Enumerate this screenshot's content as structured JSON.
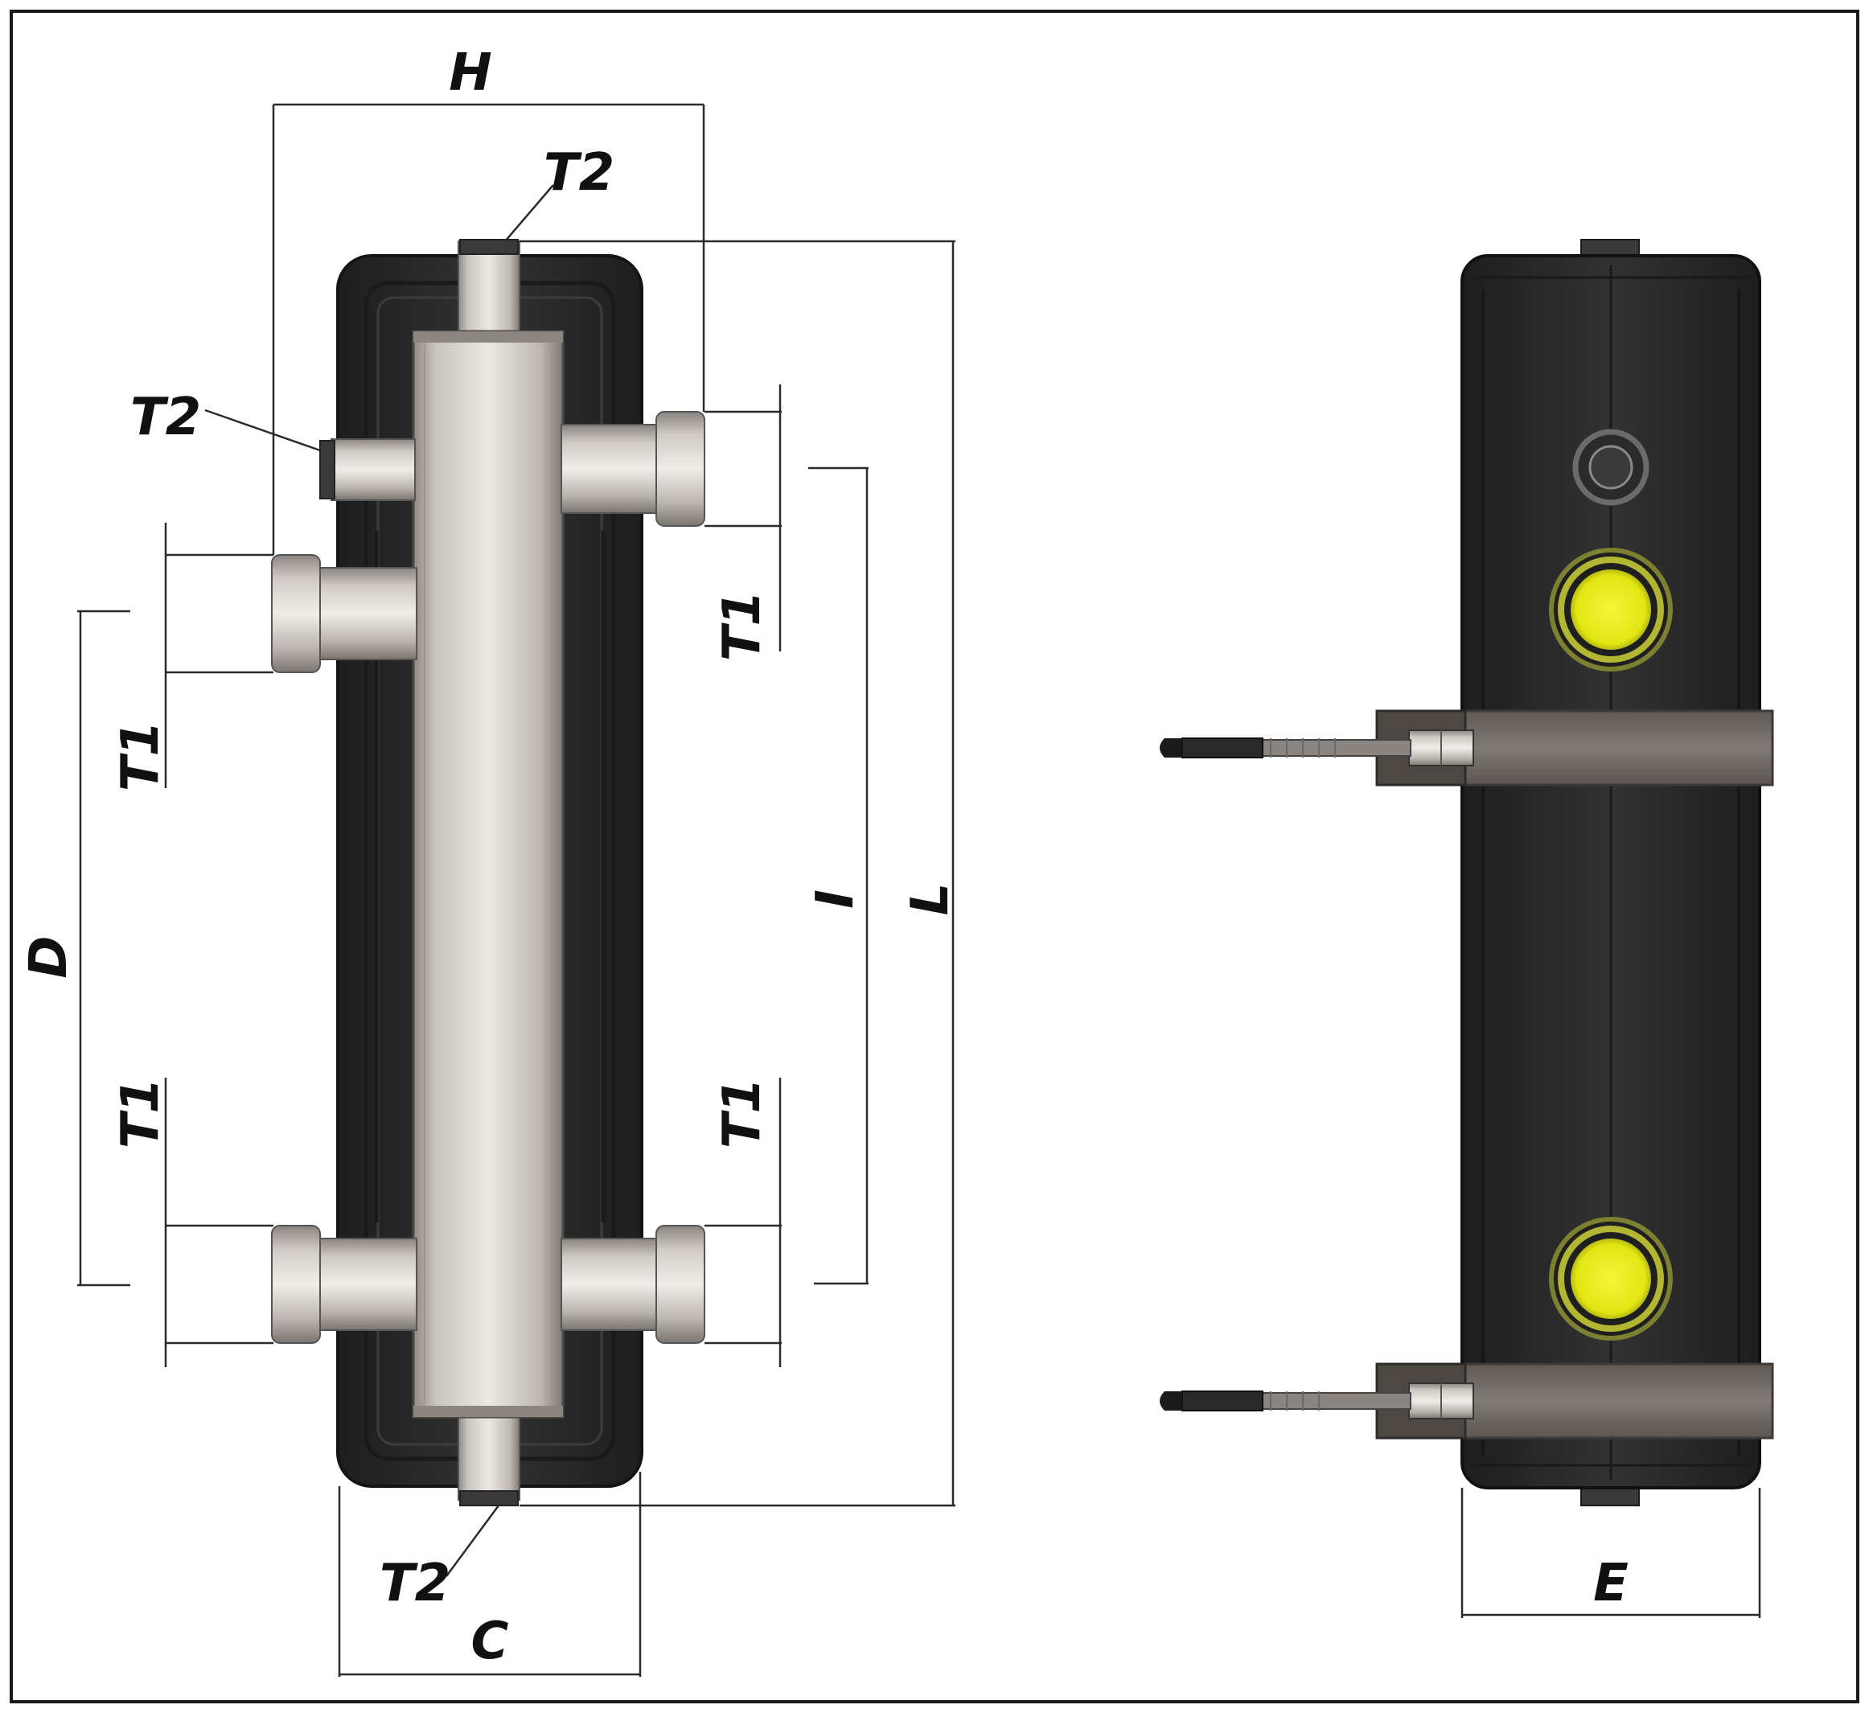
{
  "labels": {
    "H": "H",
    "L": "L",
    "I": "I",
    "D": "D",
    "C": "C",
    "E": "E",
    "T1": "T1",
    "T2": "T2"
  },
  "colors": {
    "background": "#ffffff",
    "frame": "#1a1a1a",
    "insulation_body": "#2e2e2e",
    "insulation_edge": "#1c1c1c",
    "steel_light": "#e6e2dd",
    "steel_mid": "#bfb9b3",
    "steel_dark": "#7d7771",
    "bracket": "#6f6a65",
    "port_yellow": "#e8ec18",
    "port_ring": "#9a9e40",
    "dimension_line": "#2a2a2a",
    "label_text": "#111111"
  }
}
